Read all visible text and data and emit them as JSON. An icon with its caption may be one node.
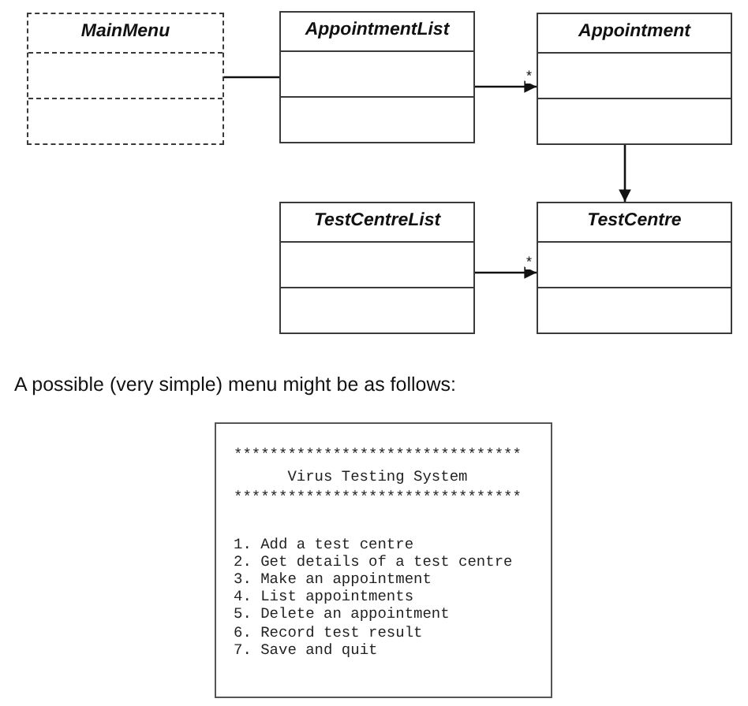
{
  "diagram": {
    "nodes": [
      {
        "text": [
          "MainMenu"
        ]
      },
      {
        "text": [
          "AppointmentList"
        ]
      },
      {
        "text": [
          "Appointment"
        ]
      },
      {
        "text": [
          "TestCentreList"
        ]
      },
      {
        "text": [
          "TestCentre"
        ]
      },
      {
        "text": [
          "********************************",
          "Virus Testing System",
          "********************************",
          "1. Add a test centre",
          "2. Get details of a test centre",
          "3. Make an appointment",
          "4. List appointments",
          "5. Delete an appointment",
          "6. Record test result",
          "7. Save and quit"
        ]
      }
    ],
    "edges": [
      {
        "from": 0,
        "to": 1,
        "arrow": "none"
      },
      {
        "from": 1,
        "to": 2,
        "arrow": "to",
        "label": "*"
      },
      {
        "from": 2,
        "to": 4,
        "arrow": "to"
      },
      {
        "from": 3,
        "to": 4,
        "arrow": "to",
        "label": "*"
      }
    ],
    "labels": [
      "A possible (very simple) menu might be as follows:"
    ]
  }
}
